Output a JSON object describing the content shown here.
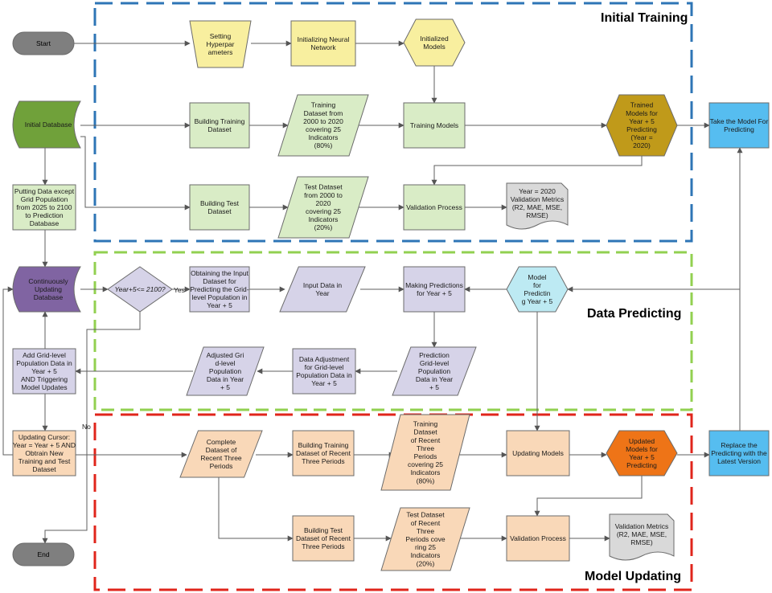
{
  "sections": {
    "initial_training": "Initial Training",
    "data_predicting": "Data Predicting",
    "model_updating": "Model Updating"
  },
  "colors": {
    "initial_training_border": "#2e75b6",
    "data_predicting_border": "#92d050",
    "model_updating_border": "#e0251b",
    "yellow": "#f8ef9f",
    "green_light": "#d9ecc6",
    "green_dark": "#70a13a",
    "purple_dark": "#8064a2",
    "lavender": "#d6d3e8",
    "peach": "#f9d8b8",
    "blue": "#56bdf0",
    "cyan_light": "#bdeaf3",
    "gold": "#c09a1a",
    "orange": "#ee7417",
    "grey": "#d9d9d9",
    "terminator": "#7f7f7f"
  },
  "nodes": {
    "start": {
      "text": [
        "Start"
      ],
      "shape": "terminator"
    },
    "setting_hyperparameters": {
      "text": [
        "Setting",
        "Hyperpar",
        "ameters"
      ],
      "shape": "manual-operation"
    },
    "initializing_nn": {
      "text": [
        "Initializing Neural",
        "Network"
      ],
      "shape": "process"
    },
    "initialized_models": {
      "text": [
        "Initialized",
        "Models"
      ],
      "shape": "hexagon"
    },
    "initial_database": {
      "text": [
        "Initial Database"
      ],
      "shape": "stored-data"
    },
    "building_training_dataset": {
      "text": [
        "Building Training",
        "Dataset"
      ],
      "shape": "process"
    },
    "training_dataset": {
      "text": [
        "Training",
        "Dataset from",
        "2000 to 2020",
        "covering 25",
        "Indicators",
        "(80%)"
      ],
      "shape": "data"
    },
    "training_models": {
      "text": [
        "Training Models"
      ],
      "shape": "process"
    },
    "trained_models": {
      "text": [
        "Trained",
        "Models for",
        "Year + 5",
        "Predicting",
        "(Year =",
        "2020)"
      ],
      "shape": "hexagon"
    },
    "take_model": {
      "text": [
        "Take the Model For",
        "Predicting"
      ],
      "shape": "process"
    },
    "putting_data": {
      "text": [
        "Putting Data except",
        "Grid Population",
        "from 2025 to 2100",
        "to Prediction",
        "Database"
      ],
      "shape": "process"
    },
    "building_test_dataset": {
      "text": [
        "Building Test",
        "Dataset"
      ],
      "shape": "process"
    },
    "test_dataset": {
      "text": [
        "Test Dataset",
        "from 2000 to",
        "2020",
        "covering 25",
        "Indicators",
        "(20%)"
      ],
      "shape": "data"
    },
    "validation_process_1": {
      "text": [
        "Validation Process"
      ],
      "shape": "process"
    },
    "validation_metrics_1": {
      "text": [
        "Year = 2020",
        "Validation Metrics",
        "(R2, MAE, MSE,",
        "RMSE)"
      ],
      "shape": "document"
    },
    "continuously_updating_db": {
      "text": [
        "Continuously",
        "Updating",
        "Database"
      ],
      "shape": "stored-data"
    },
    "decision": {
      "text": [
        "Year+5<= 2100?"
      ],
      "shape": "decision"
    },
    "obtaining_input": {
      "text": [
        "Obtaining the Input",
        "Dataset for",
        "Predicting the Grid-",
        "level Population in",
        "Year + 5"
      ],
      "shape": "process"
    },
    "input_data": {
      "text": [
        "Input Data in",
        "Year"
      ],
      "shape": "data"
    },
    "making_predictions": {
      "text": [
        "Making Predictions",
        "for Year + 5"
      ],
      "shape": "process"
    },
    "model_for_predicting": {
      "text": [
        "Model",
        "for",
        "Predictin",
        "g Year + 5"
      ],
      "shape": "hexagon"
    },
    "add_grid_level": {
      "text": [
        "Add Grid-level",
        "Population Data in",
        "Year + 5",
        "AND Triggering",
        "Model Updates"
      ],
      "shape": "process"
    },
    "adjusted_grid": {
      "text": [
        "Adjusted Gri",
        "d-level",
        "Population",
        "Data in Year",
        "+ 5"
      ],
      "shape": "data"
    },
    "data_adjustment": {
      "text": [
        "Data Adjustment",
        "for Grid-level",
        "Population Data in",
        "Year + 5"
      ],
      "shape": "process"
    },
    "prediction_grid": {
      "text": [
        "Prediction",
        "Grid-level",
        "Population",
        "Data in Year",
        "+ 5"
      ],
      "shape": "data"
    },
    "updating_cursor": {
      "text": [
        "Updating Cursor:",
        "Year = Year + 5 AND",
        "Obtrain New",
        "Training and Test",
        "Dataset"
      ],
      "shape": "process"
    },
    "complete_dataset": {
      "text": [
        "Complete",
        "Dataset of",
        "Recent Three",
        "Periods"
      ],
      "shape": "data"
    },
    "building_training_recent": {
      "text": [
        "Building Training",
        "Dataset of Recent",
        "Three Periods"
      ],
      "shape": "process"
    },
    "training_dataset_recent": {
      "text": [
        "Training",
        "Dataset",
        "of Recent",
        "Three",
        "Periods",
        "covering 25",
        "Indicators",
        "(80%)"
      ],
      "shape": "data"
    },
    "updating_models": {
      "text": [
        "Updating Models"
      ],
      "shape": "process"
    },
    "updated_models": {
      "text": [
        "Updated",
        "Models for",
        "Year + 5",
        "Predicting"
      ],
      "shape": "hexagon"
    },
    "replace_predicting": {
      "text": [
        "Replace the",
        "Predicting with the",
        "Latest Version"
      ],
      "shape": "process"
    },
    "building_test_recent": {
      "text": [
        "Building Test",
        "Dataset of Recent",
        "Three Periods"
      ],
      "shape": "process"
    },
    "test_dataset_recent": {
      "text": [
        "Test Dataset",
        "of Recent",
        "Three",
        "Periods cove",
        "ring 25",
        "Indicators",
        "(20%)"
      ],
      "shape": "data"
    },
    "validation_process_2": {
      "text": [
        "Validation Process"
      ],
      "shape": "process"
    },
    "validation_metrics_2": {
      "text": [
        "Validation Metrics",
        "(R2, MAE, MSE,",
        "RMSE)"
      ],
      "shape": "document"
    },
    "end": {
      "text": [
        "End"
      ],
      "shape": "terminator"
    }
  },
  "edge_labels": {
    "yes": "Yes",
    "no": "No"
  }
}
